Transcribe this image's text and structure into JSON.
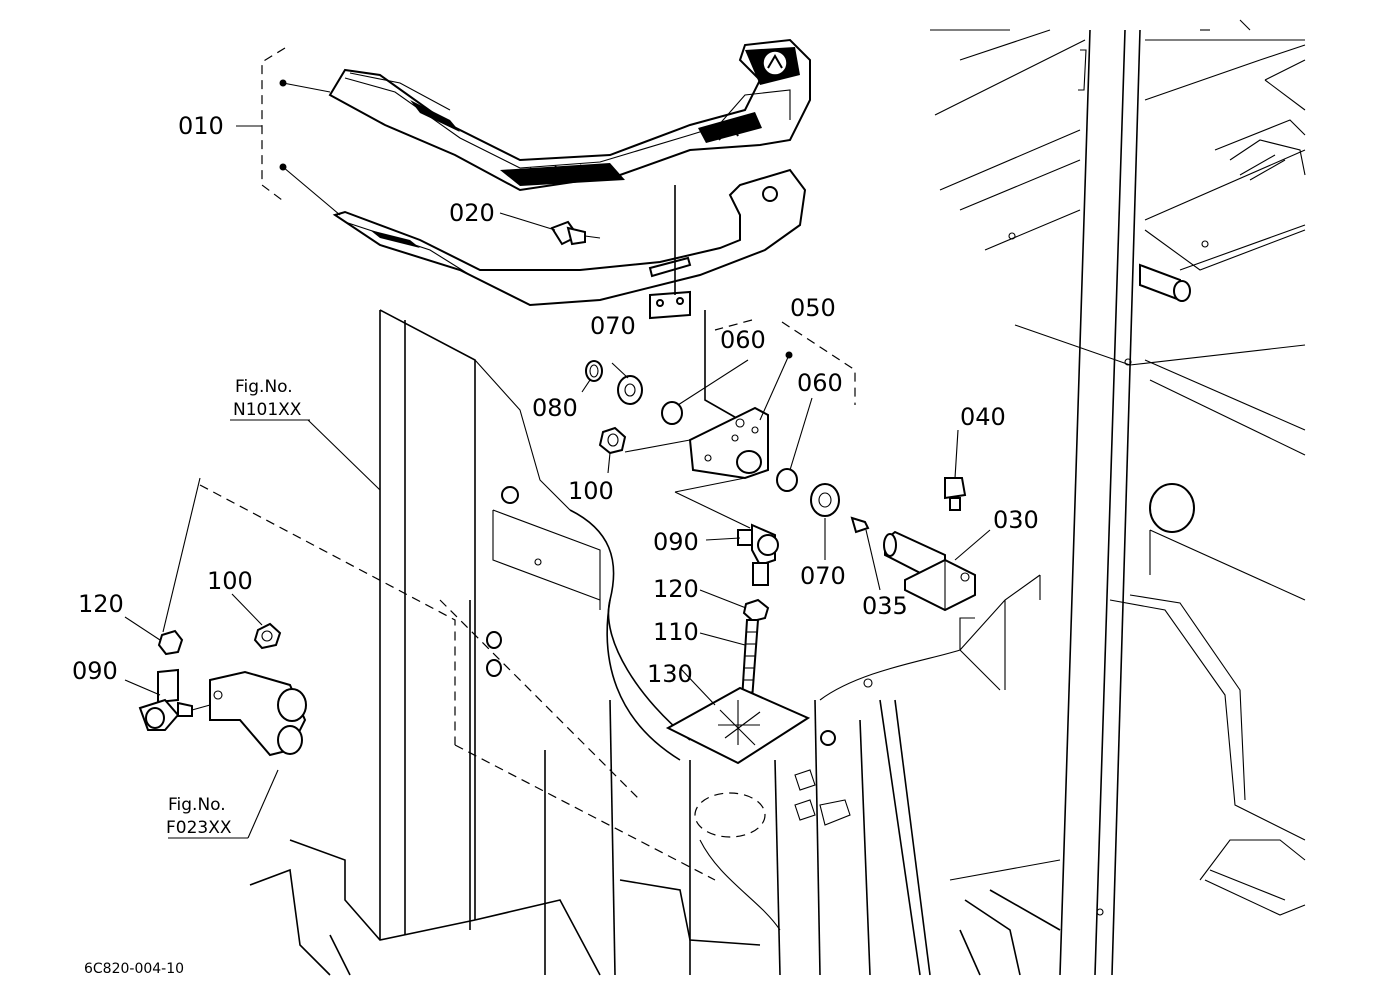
{
  "callouts": {
    "c010": "010",
    "c020": "020",
    "c050": "050",
    "c060a": "060",
    "c060b": "060",
    "c070a": "070",
    "c070b": "070",
    "c080": "080",
    "c100a": "100",
    "c100b": "100",
    "c090a": "090",
    "c090b": "090",
    "c120a": "120",
    "c120b": "120",
    "c110": "110",
    "c130": "130",
    "c040": "040",
    "c030": "030",
    "c035": "035"
  },
  "references": {
    "ref1_line1": "Fig.No.",
    "ref1_line2": "N101XX",
    "ref2_line1": "Fig.No.",
    "ref2_line2": "F023XX"
  },
  "drawing_code": "6C820-004-10"
}
